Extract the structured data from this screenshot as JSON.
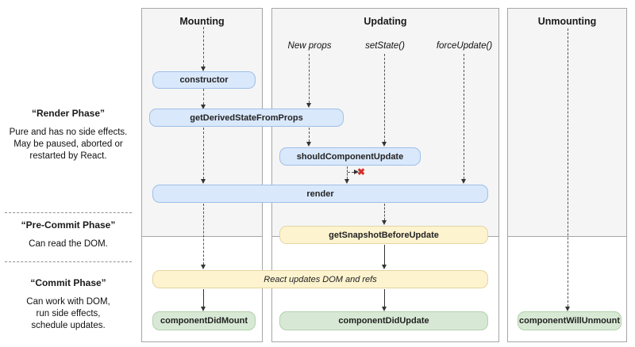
{
  "colors": {
    "blue_fill": "#d9e8fb",
    "blue_border": "#9fc0e7",
    "yellow_fill": "#fdf3cf",
    "yellow_border": "#e4d5a3",
    "green_fill": "#d7e9d4",
    "green_border": "#b3d1ac",
    "column_bg": "#f5f5f5",
    "column_border": "#a6a6a6",
    "cancel_red": "#d0312d"
  },
  "sidebar": {
    "phases": [
      {
        "title": "“Render Phase”",
        "description": "Pure and has no side effects.\nMay be paused, aborted or\nrestarted by React."
      },
      {
        "title": "“Pre-Commit Phase”",
        "description": "Can read the DOM."
      },
      {
        "title": "“Commit Phase”",
        "description": "Can work with DOM,\nrun side effects,\nschedule updates."
      }
    ]
  },
  "columns": [
    {
      "title": "Mounting"
    },
    {
      "title": "Updating"
    },
    {
      "title": "Unmounting"
    }
  ],
  "triggers": [
    {
      "label": "New props"
    },
    {
      "label": "setState()"
    },
    {
      "label": "forceUpdate()"
    }
  ],
  "boxes": {
    "constructor": "constructor",
    "get_derived_state_from_props": "getDerivedStateFromProps",
    "should_component_update": "shouldComponentUpdate",
    "render": "render",
    "get_snapshot_before_update": "getSnapshotBeforeUpdate",
    "react_updates_dom": "React updates DOM and refs",
    "component_did_mount": "componentDidMount",
    "component_did_update": "componentDidUpdate",
    "component_will_unmount": "componentWillUnmount"
  },
  "annotations": {
    "cancel_x": "✖"
  }
}
